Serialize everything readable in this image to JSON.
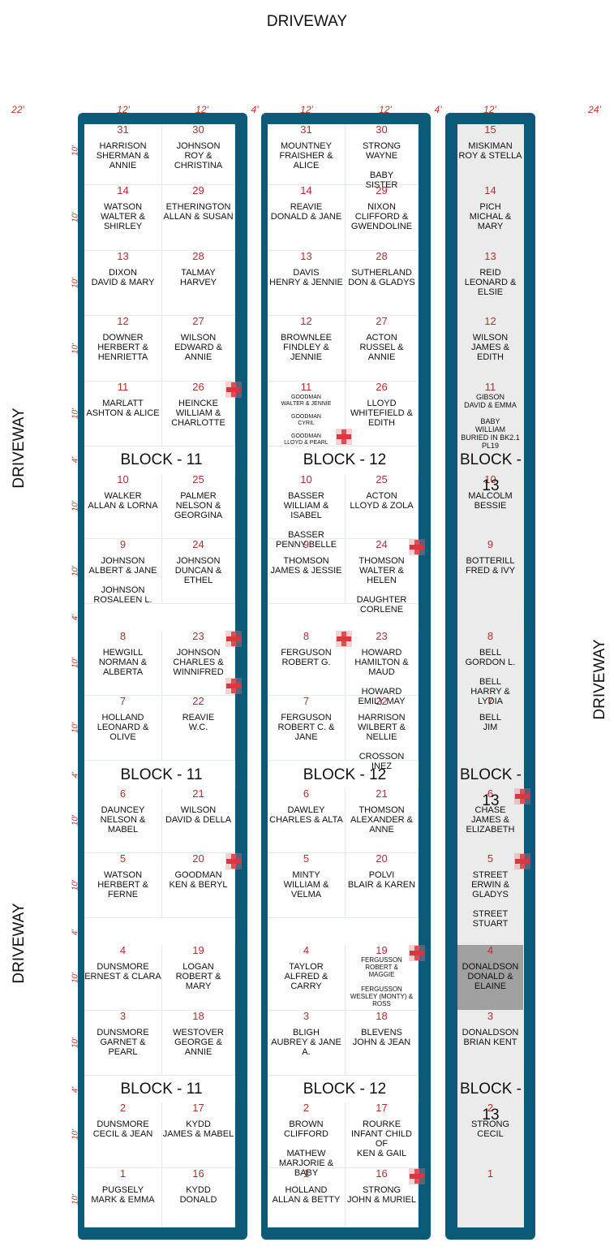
{
  "driveway_top": "DRIVEWAY",
  "driveway_left_top": "DRIVEWAY",
  "driveway_left_bottom": "DRIVEWAY",
  "driveway_right": "DRIVEWAY",
  "width_labels": [
    "22'",
    "12'",
    "12'",
    "4'",
    "12'",
    "12'",
    "4'",
    "12'",
    "24'"
  ],
  "height_labels": [
    "10'",
    "10'",
    "10'",
    "10'",
    "10'",
    "4'",
    "10'",
    "10'",
    "4'",
    "10'",
    "10'",
    "4'",
    "10'",
    "10'",
    "4'",
    "10'",
    "10'",
    "4'",
    "10'",
    "10'"
  ],
  "blocks": [
    {
      "name": "BLOCK - 11",
      "columns": [
        [
          {
            "num": "31",
            "text": "HARRISON\nSHERMAN & ANNIE"
          },
          {
            "num": "14",
            "text": "WATSON\nWALTER & SHIRLEY"
          },
          {
            "num": "13",
            "text": "DIXON\nDAVID & MARY"
          },
          {
            "num": "12",
            "text": "DOWNER\nHERBERT &\nHENRIETTA"
          },
          {
            "num": "11",
            "text": "MARLATT\nASHTON & ALICE"
          },
          {
            "num": "10",
            "text": "WALKER\nALLAN & LORNA"
          },
          {
            "num": "9",
            "text": "JOHNSON\nALBERT & JANE\n\nJOHNSON\nROSALEEN L."
          },
          {
            "num": "8",
            "text": "HEWGILL\nNORMAN &\nALBERTA"
          },
          {
            "num": "7",
            "text": "HOLLAND\nLEONARD & OLIVE"
          },
          {
            "num": "6",
            "text": "DAUNCEY\nNELSON & MABEL"
          },
          {
            "num": "5",
            "text": "WATSON\nHERBERT & FERNE"
          },
          {
            "num": "4",
            "text": "DUNSMORE\nERNEST & CLARA"
          },
          {
            "num": "3",
            "text": "DUNSMORE\nGARNET & PEARL"
          },
          {
            "num": "2",
            "text": "DUNSMORE\nCECIL & JEAN"
          },
          {
            "num": "1",
            "text": "PUGSELY\nMARK & EMMA"
          }
        ],
        [
          {
            "num": "30",
            "text": "JOHNSON\nROY & CHRISTINA"
          },
          {
            "num": "29",
            "text": "ETHERINGTON\nALLAN & SUSAN"
          },
          {
            "num": "28",
            "text": "TALMAY\nHARVEY"
          },
          {
            "num": "27",
            "text": "WILSON\nEDWARD & ANNIE"
          },
          {
            "num": "26",
            "text": "HEINCKE\nWILLIAM &\nCHARLOTTE"
          },
          {
            "num": "25",
            "text": "PALMER\nNELSON &\nGEORGINA"
          },
          {
            "num": "24",
            "text": "JOHNSON\nDUNCAN & ETHEL"
          },
          {
            "num": "23",
            "text": "JOHNSON\nCHARLES &\nWINNIFRED"
          },
          {
            "num": "22",
            "text": "REAVIE\nW.C."
          },
          {
            "num": "21",
            "text": "WILSON\nDAVID & DELLA"
          },
          {
            "num": "20",
            "text": "GOODMAN\nKEN & BERYL"
          },
          {
            "num": "19",
            "text": "LOGAN\nROBERT & MARY"
          },
          {
            "num": "18",
            "text": "WESTOVER\nGEORGE & ANNIE"
          },
          {
            "num": "17",
            "text": "KYDD\nJAMES & MABEL"
          },
          {
            "num": "16",
            "text": "KYDD\nDONALD"
          }
        ]
      ]
    },
    {
      "name": "BLOCK - 12",
      "columns": [
        [
          {
            "num": "31",
            "text": "MOUNTNEY\nFRAISHER & ALICE"
          },
          {
            "num": "14",
            "text": "REAVIE\nDONALD & JANE"
          },
          {
            "num": "13",
            "text": "DAVIS\nHENRY & JENNIE"
          },
          {
            "num": "12",
            "text": "BROWNLEE\nFINDLEY & JENNIE"
          },
          {
            "num": "11",
            "text": "GOODMAN\nWALTER & JENNIE\n\nGOODMAN\nCYRIL\n\nGOODMAN\nLLOYD & PEARL",
            "small": true
          },
          {
            "num": "10",
            "text": "BASSER\nWILLIAM & ISABEL\n\nBASSER\nPENNY BELLE"
          },
          {
            "num": "9",
            "text": "THOMSON\nJAMES & JESSIE"
          },
          {
            "num": "8",
            "text": "FERGUSON\nROBERT  G."
          },
          {
            "num": "7",
            "text": "FERGUSON\nROBERT  C. & JANE"
          },
          {
            "num": "6",
            "text": "DAWLEY\nCHARLES & ALTA"
          },
          {
            "num": "5",
            "text": "MINTY\nWILLIAM & VELMA"
          },
          {
            "num": "4",
            "text": "TAYLOR\nALFRED & CARRY"
          },
          {
            "num": "3",
            "text": "BLIGH\nAUBREY & JANE A."
          },
          {
            "num": "2",
            "text": "BROWN\nCLIFFORD\n\nMATHEW\nMARJORIE & BABY"
          },
          {
            "num": "1",
            "text": "HOLLAND\nALLAN & BETTY"
          }
        ],
        [
          {
            "num": "30",
            "text": "STRONG\nWAYNE\n\nBABY\nSISTER"
          },
          {
            "num": "29",
            "text": "NIXON\nCLIFFORD &\nGWENDOLINE"
          },
          {
            "num": "28",
            "text": "SUTHERLAND\nDON & GLADYS"
          },
          {
            "num": "27",
            "text": "ACTON\nRUSSEL & ANNIE"
          },
          {
            "num": "26",
            "text": "LLOYD\nWHITEFIELD &\nEDITH"
          },
          {
            "num": "25",
            "text": "ACTON\nLLOYD & ZOLA"
          },
          {
            "num": "24",
            "text": "THOMSON\nWALTER & HELEN\n\nDAUGHTER\nCORLENE"
          },
          {
            "num": "23",
            "text": "HOWARD\nHAMILTON & MAUD\n\nHOWARD\nEMILY MAY"
          },
          {
            "num": "22",
            "text": "HARRISON\nWILBERT & NELLIE\n\nCROSSON\nINEZ"
          },
          {
            "num": "21",
            "text": "THOMSON\nALEXANDER &\nANNE"
          },
          {
            "num": "20",
            "text": "POLVI\nBLAIR & KAREN"
          },
          {
            "num": "19",
            "text": "FERGUSSON\nROBERT &\nMAGGIE\n\nFERGUSSON\nWESLEY (MONTY) &\nROSS",
            "small2": true
          },
          {
            "num": "18",
            "text": "BLEVENS\nJOHN & JEAN"
          },
          {
            "num": "17",
            "text": "ROURKE\nINFANT CHILD\nOF\nKEN & GAIL"
          },
          {
            "num": "16",
            "text": "STRONG\nJOHN & MURIEL"
          }
        ]
      ]
    },
    {
      "name": "BLOCK - 13",
      "columns": [
        [
          {
            "num": "15",
            "text": "MISKIMAN\nROY & STELLA"
          },
          {
            "num": "14",
            "text": "PICH\nMICHAL & MARY"
          },
          {
            "num": "13",
            "text": "REID\nLEONARD & ELSIE"
          },
          {
            "num": "12",
            "text": "WILSON\nJAMES & EDITH"
          },
          {
            "num": "11",
            "text": "GIBSON\nDAVID & EMMA\n\nBABY\nWILLIAM\nBURIED IN BK2.1 PL19",
            "small3": true
          },
          {
            "num": "10",
            "text": "MALCOLM\nBESSIE"
          },
          {
            "num": "9",
            "text": "BOTTERILL\nFRED & IVY"
          },
          {
            "num": "8",
            "text": "BELL\nGORDON L.\n\nBELL\nHARRY & LYDIA"
          },
          {
            "num": "7",
            "text": "BELL\nJIM"
          },
          {
            "num": "6",
            "text": "CHASE\nJAMES &\nELIZABETH"
          },
          {
            "num": "5",
            "text": "STREET\nERWIN & GLADYS\n\nSTREET\nSTUART"
          },
          {
            "num": "4",
            "text": "DONALDSON\nDONALD & ELAINE",
            "dark": true
          },
          {
            "num": "3",
            "text": "DONALDSON\nBRIAN KENT"
          },
          {
            "num": "2",
            "text": "STRONG\nCECIL"
          },
          {
            "num": "1",
            "text": ""
          }
        ]
      ]
    }
  ],
  "crosses": [
    {
      "block": 0,
      "col": 1,
      "row": 4
    },
    {
      "block": 0,
      "col": 1,
      "row": 7
    },
    {
      "block": 0,
      "col": 1,
      "row": 7,
      "low": true
    },
    {
      "block": 0,
      "col": 1,
      "row": 10
    },
    {
      "block": 1,
      "col": 0,
      "row": 4,
      "low": true
    },
    {
      "block": 1,
      "col": 1,
      "row": 6
    },
    {
      "block": 1,
      "col": 0,
      "row": 7
    },
    {
      "block": 1,
      "col": 1,
      "row": 11
    },
    {
      "block": 1,
      "col": 1,
      "row": 14
    },
    {
      "block": 2,
      "col": 0,
      "row": 9
    },
    {
      "block": 2,
      "col": 0,
      "row": 10
    }
  ]
}
